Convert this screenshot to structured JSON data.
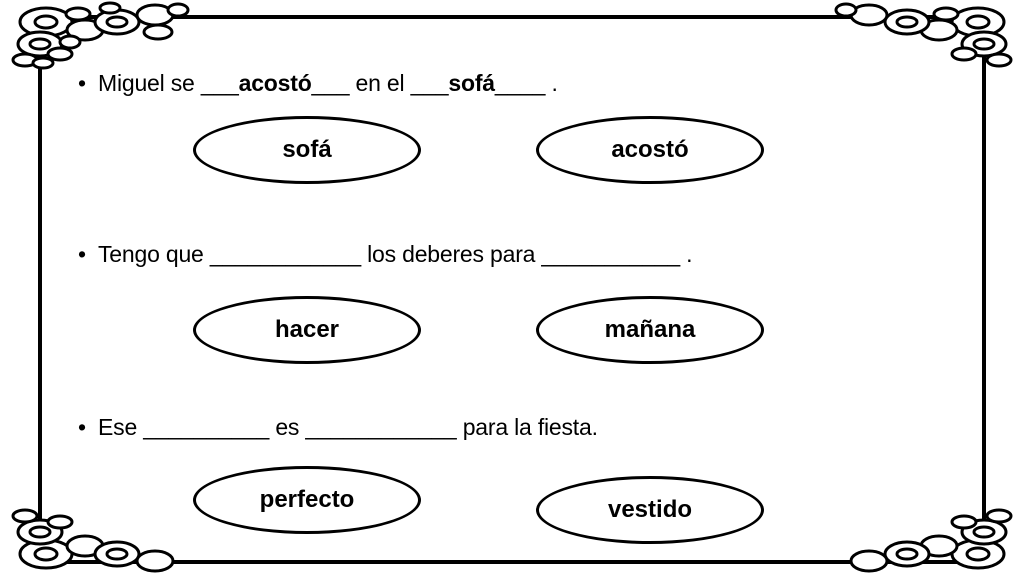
{
  "sentences": [
    {
      "parts": [
        "Miguel se ",
        "___",
        "acostó",
        "___",
        " en el ",
        "___",
        "sofá",
        "____",
        " ."
      ]
    },
    {
      "text": "Tengo que ____________ los deberes para ___________ ."
    },
    {
      "text": "Ese __________ es ____________ para la fiesta."
    }
  ],
  "options": [
    [
      "sofá",
      "acostó"
    ],
    [
      "hacer",
      "mañana"
    ],
    [
      "perfecto",
      "vestido"
    ]
  ]
}
